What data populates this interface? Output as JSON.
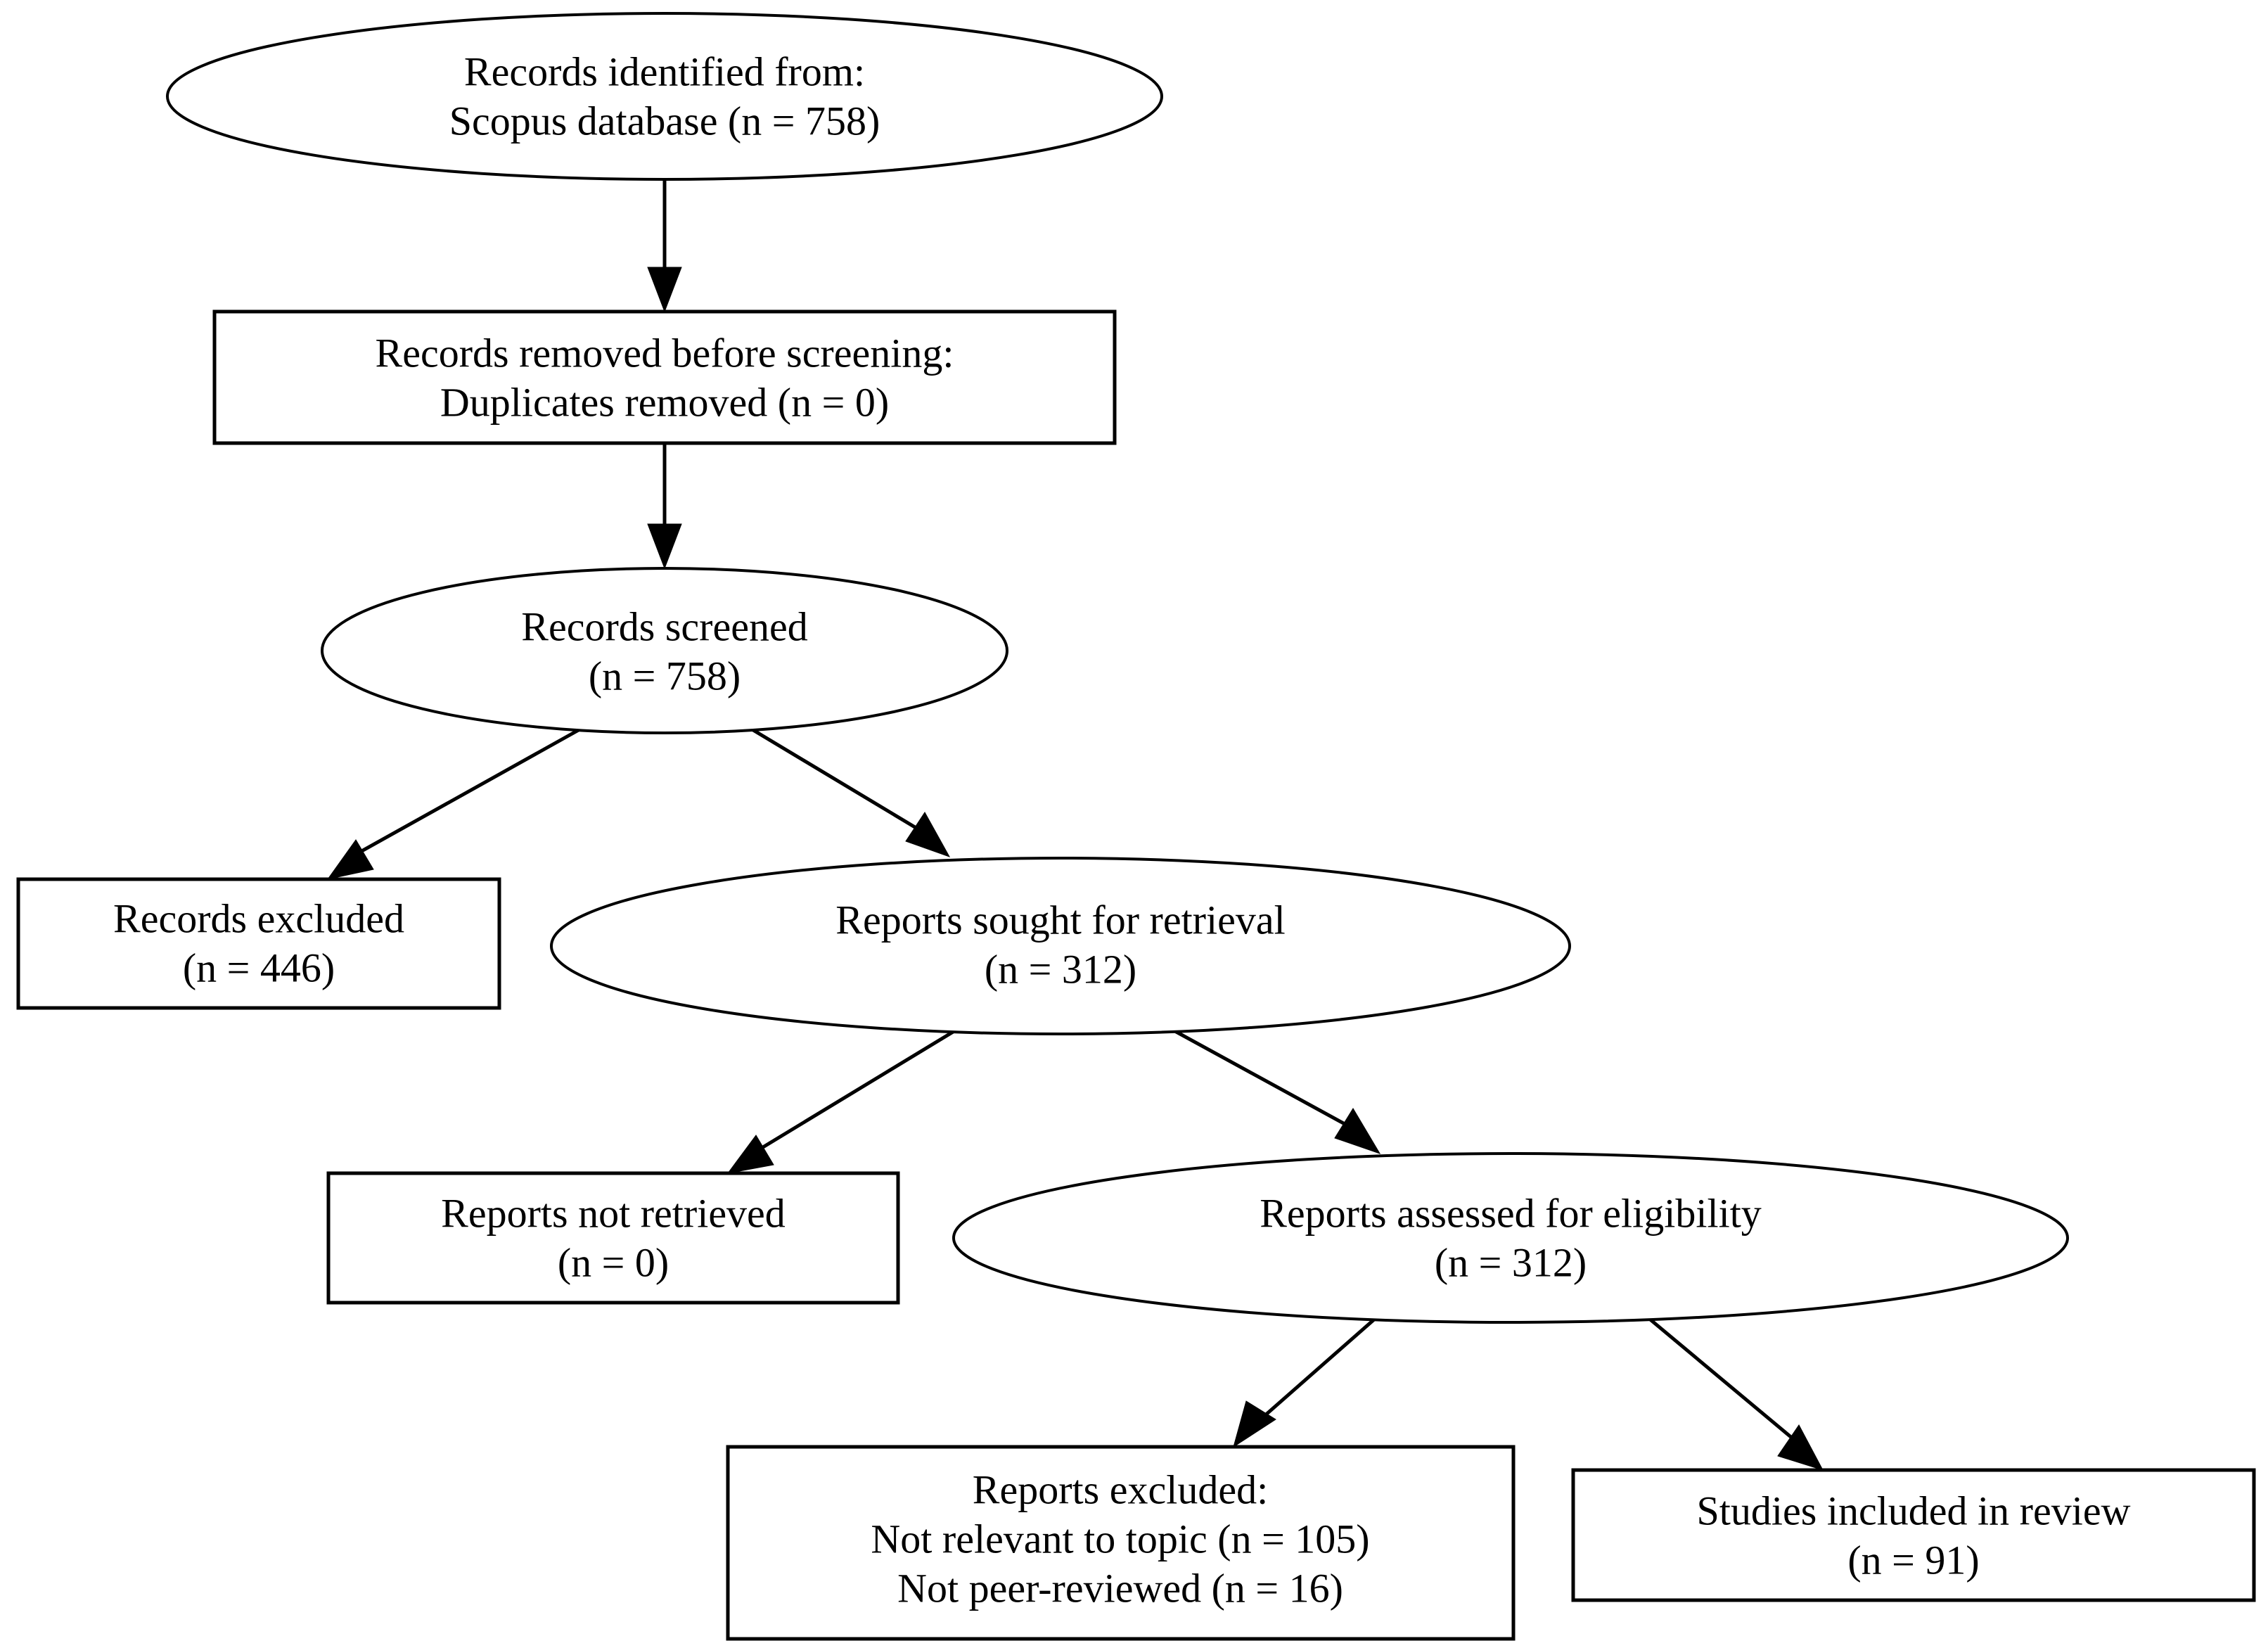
{
  "diagram": {
    "type": "prisma-flow-diagram",
    "title": "PRISMA flow diagram",
    "background_color": "#ffffff",
    "line_color": "#000000",
    "text_color": "#000000",
    "nodes": [
      {
        "id": "identified",
        "shape": "ellipse",
        "lines": [
          "Records identified from:",
          "Scopus database (n = 758)"
        ],
        "n": 758
      },
      {
        "id": "removed",
        "shape": "box",
        "lines": [
          "Records removed before screening:",
          "Duplicates removed (n = 0)"
        ],
        "n": 0
      },
      {
        "id": "screened",
        "shape": "ellipse",
        "lines": [
          "Records screened",
          "(n = 758)"
        ],
        "n": 758
      },
      {
        "id": "records_excluded",
        "shape": "box",
        "lines": [
          "Records excluded",
          "(n = 446)"
        ],
        "n": 446
      },
      {
        "id": "sought",
        "shape": "ellipse",
        "lines": [
          "Reports sought for retrieval",
          "(n = 312)"
        ],
        "n": 312
      },
      {
        "id": "not_retrieved",
        "shape": "box",
        "lines": [
          "Reports not retrieved",
          "(n = 0)"
        ],
        "n": 0
      },
      {
        "id": "assessed",
        "shape": "ellipse",
        "lines": [
          "Reports assessed for eligibility",
          "(n = 312)"
        ],
        "n": 312
      },
      {
        "id": "reports_excluded",
        "shape": "box",
        "lines": [
          "Reports excluded:",
          "Not relevant to topic (n = 105)",
          "Not peer-reviewed (n = 16)"
        ],
        "n_not_relevant": 105,
        "n_not_peer_reviewed": 16
      },
      {
        "id": "included",
        "shape": "box",
        "lines": [
          "Studies included in review",
          "(n = 91)"
        ],
        "n": 91
      }
    ],
    "edges": [
      {
        "from": "identified",
        "to": "removed"
      },
      {
        "from": "removed",
        "to": "screened"
      },
      {
        "from": "screened",
        "to": "records_excluded"
      },
      {
        "from": "screened",
        "to": "sought"
      },
      {
        "from": "sought",
        "to": "not_retrieved"
      },
      {
        "from": "sought",
        "to": "assessed"
      },
      {
        "from": "assessed",
        "to": "reports_excluded"
      },
      {
        "from": "assessed",
        "to": "included"
      }
    ]
  },
  "labels": {
    "identified_l1": "Records identified from:",
    "identified_l2": "Scopus database (n = 758)",
    "removed_l1": "Records removed before screening:",
    "removed_l2": "Duplicates removed (n = 0)",
    "screened_l1": "Records screened",
    "screened_l2": "(n = 758)",
    "records_excluded_l1": "Records excluded",
    "records_excluded_l2": "(n = 446)",
    "sought_l1": "Reports sought for retrieval",
    "sought_l2": "(n = 312)",
    "not_retrieved_l1": "Reports not retrieved",
    "not_retrieved_l2": "(n = 0)",
    "assessed_l1": "Reports assessed for eligibility",
    "assessed_l2": "(n = 312)",
    "reports_excluded_l1": "Reports excluded:",
    "reports_excluded_l2": "Not relevant to topic (n = 105)",
    "reports_excluded_l3": "Not peer-reviewed (n = 16)",
    "included_l1": "Studies included in review",
    "included_l2": "(n = 91)"
  }
}
